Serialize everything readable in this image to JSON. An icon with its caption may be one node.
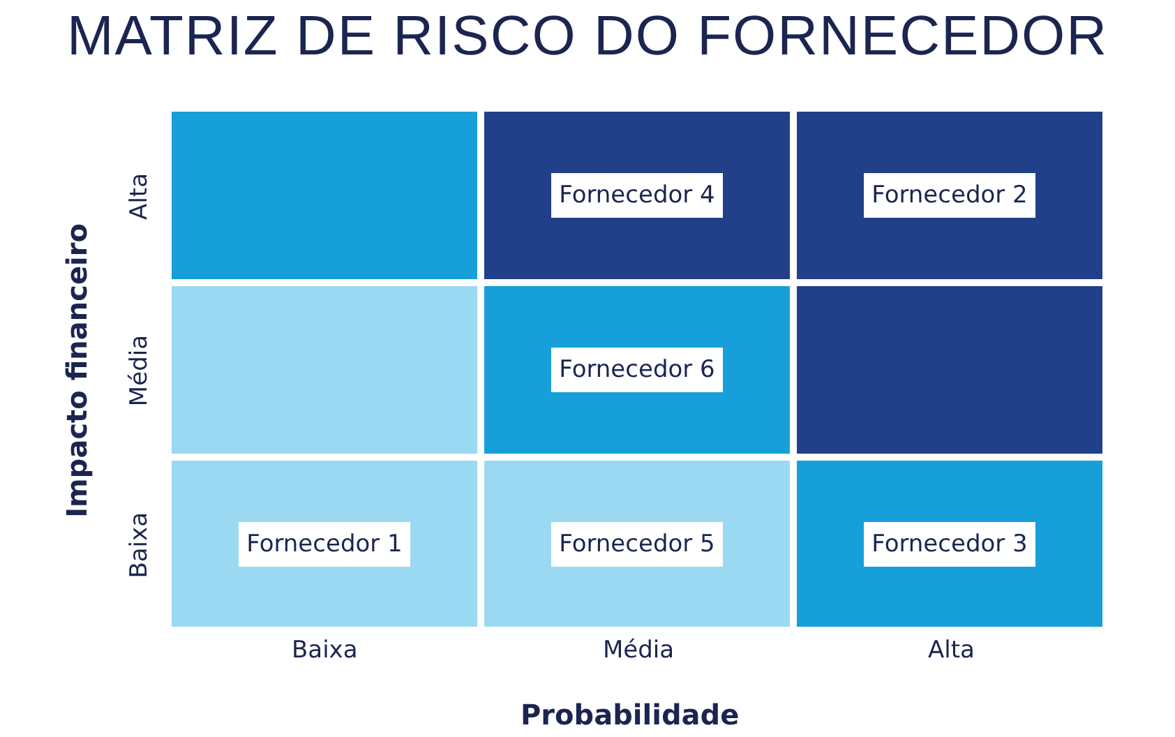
{
  "diagram": {
    "title": "MATRIZ DE RISCO DO FORNECEDOR",
    "nodes": [
      {
        "text": [],
        "shape": "box"
      },
      {
        "text": [],
        "shape": "box"
      },
      {
        "text": [
          "Fornecedor 4"
        ],
        "in": 1
      },
      {
        "text": [],
        "shape": "box"
      },
      {
        "text": [
          "Fornecedor 2"
        ],
        "in": 3
      },
      {
        "text": [],
        "shape": "box"
      },
      {
        "text": [],
        "shape": "box"
      },
      {
        "text": [
          "Fornecedor 6"
        ],
        "in": 6
      },
      {
        "text": [],
        "shape": "box"
      },
      {
        "text": [],
        "shape": "box"
      },
      {
        "text": [
          "Fornecedor 1"
        ],
        "in": 9
      },
      {
        "text": [],
        "shape": "box"
      },
      {
        "text": [
          "Fornecedor 5"
        ],
        "in": 11
      },
      {
        "text": [],
        "shape": "box"
      },
      {
        "text": [
          "Fornecedor 3"
        ],
        "in": 13
      }
    ],
    "labels": [
      "Impacto financeiro",
      "Alta",
      "Média",
      "Baixa",
      "Baixa",
      "Média",
      "Alta",
      "Probabilidade"
    ]
  }
}
